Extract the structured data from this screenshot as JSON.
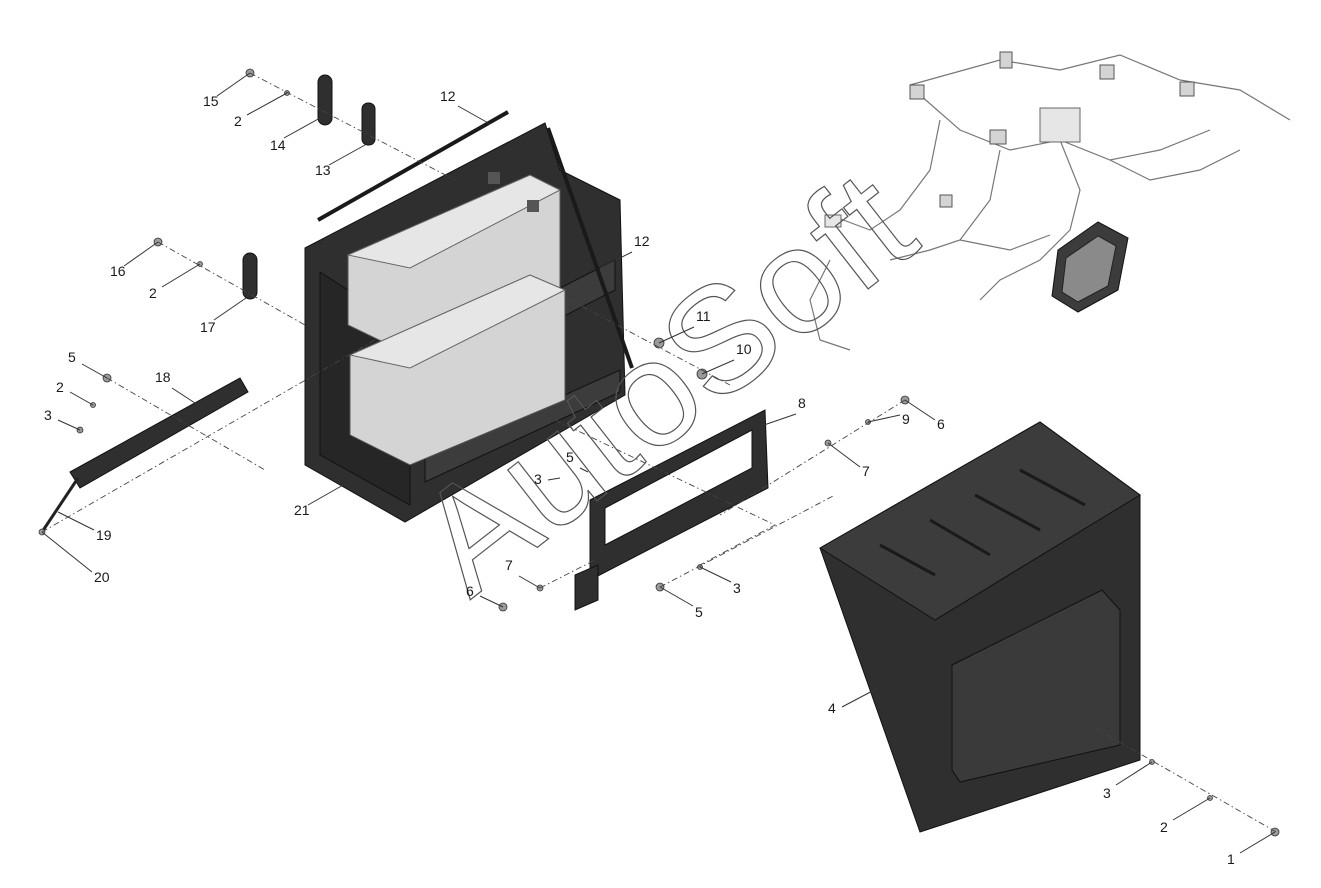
{
  "watermark": {
    "text": "AutoSoft"
  },
  "callouts": [
    {
      "id": "c1",
      "label": "1"
    },
    {
      "id": "c2a",
      "label": "2"
    },
    {
      "id": "c2b",
      "label": "2"
    },
    {
      "id": "c2c",
      "label": "2"
    },
    {
      "id": "c2d",
      "label": "2"
    },
    {
      "id": "c3a",
      "label": "3"
    },
    {
      "id": "c3b",
      "label": "3"
    },
    {
      "id": "c3c",
      "label": "3"
    },
    {
      "id": "c3d",
      "label": "3"
    },
    {
      "id": "c4",
      "label": "4"
    },
    {
      "id": "c5a",
      "label": "5"
    },
    {
      "id": "c5b",
      "label": "5"
    },
    {
      "id": "c5c",
      "label": "5"
    },
    {
      "id": "c6a",
      "label": "6"
    },
    {
      "id": "c6b",
      "label": "6"
    },
    {
      "id": "c7a",
      "label": "7"
    },
    {
      "id": "c7b",
      "label": "7"
    },
    {
      "id": "c8",
      "label": "8"
    },
    {
      "id": "c9",
      "label": "9"
    },
    {
      "id": "c10",
      "label": "10"
    },
    {
      "id": "c11",
      "label": "11"
    },
    {
      "id": "c12a",
      "label": "12"
    },
    {
      "id": "c12b",
      "label": "12"
    },
    {
      "id": "c13",
      "label": "13"
    },
    {
      "id": "c14",
      "label": "14"
    },
    {
      "id": "c15",
      "label": "15"
    },
    {
      "id": "c16",
      "label": "16"
    },
    {
      "id": "c17",
      "label": "17"
    },
    {
      "id": "c18",
      "label": "18"
    },
    {
      "id": "c19",
      "label": "19"
    },
    {
      "id": "c20",
      "label": "20"
    },
    {
      "id": "c21",
      "label": "21"
    }
  ]
}
